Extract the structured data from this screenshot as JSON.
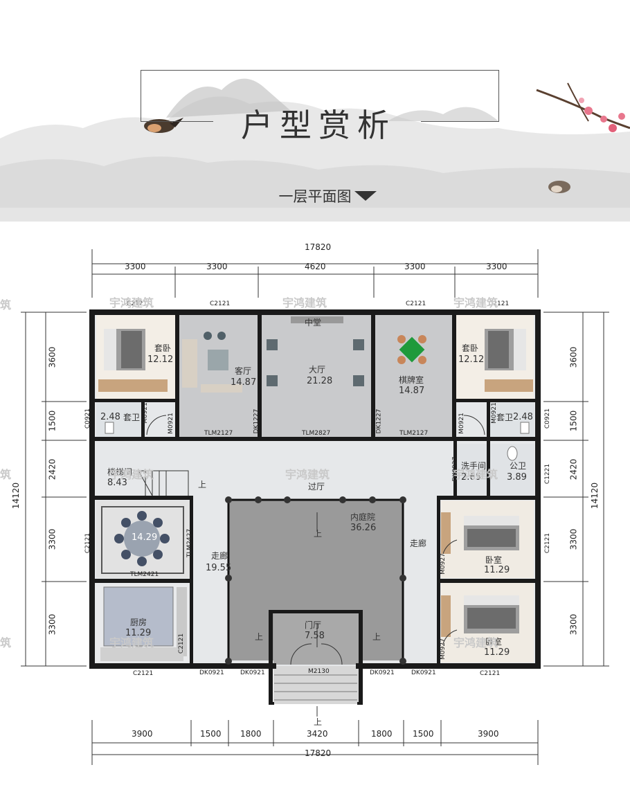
{
  "header": {
    "title": "户型赏析",
    "subtitle": "一层平面图"
  },
  "watermark": {
    "text": "宇鸿建筑",
    "fragment": "筑"
  },
  "dimensions": {
    "top_total": "17820",
    "top_segments": [
      "3300",
      "3300",
      "4620",
      "3300",
      "3300"
    ],
    "bottom_segments": [
      "3900",
      "1500",
      "1800",
      "3420",
      "1800",
      "1500",
      "3900"
    ],
    "bottom_total": "17820",
    "left_total": "14120",
    "right_total": "14120",
    "left_segments": [
      "3600",
      "1500",
      "2420",
      "3300",
      "3300"
    ],
    "right_segments": [
      "3600",
      "1500",
      "2420",
      "3300",
      "3300"
    ]
  },
  "rooms": {
    "suite_left": {
      "name": "套卧",
      "area": "12.12"
    },
    "suite_right": {
      "name": "套卧",
      "area": "12.12"
    },
    "living": {
      "name": "客厅",
      "area": "14.87"
    },
    "hall": {
      "name": "大厅",
      "area": "21.28",
      "center": "中堂"
    },
    "chess": {
      "name": "棋牌室",
      "area": "14.87"
    },
    "bath_left": {
      "name": "套卫",
      "area": "2.48"
    },
    "bath_right": {
      "name": "套卫",
      "area": "2.48"
    },
    "stair": {
      "name": "楼梯间",
      "area": "8.43"
    },
    "passage": {
      "name": "过厅"
    },
    "washroom": {
      "name": "洗手间",
      "area": "2.65"
    },
    "public_bath": {
      "name": "公卫",
      "area": "3.89"
    },
    "dining": {
      "area": "14.29"
    },
    "courtyard": {
      "name": "内庭院",
      "area": "36.26"
    },
    "corridor_left": {
      "name": "走廊",
      "area": "19.55"
    },
    "corridor_right": {
      "name": "走廊"
    },
    "bedroom1": {
      "name": "卧室",
      "area": "11.29"
    },
    "bedroom2": {
      "name": "卧室",
      "area": "11.29"
    },
    "kitchen": {
      "name": "厨房",
      "area": "11.29"
    },
    "foyer": {
      "name": "门厅",
      "area": "7.58"
    }
  },
  "marks": {
    "up": "上",
    "c2121": "C2121",
    "c0921": "C0921",
    "c1221": "C1221",
    "m0921": "M0921",
    "m0927": "M0927",
    "dk1227": "DK1227",
    "dk0927": "DK0927",
    "dk0921": "DK0921",
    "tlm2127": "TLM2127",
    "tlm2827": "TLM2827",
    "tlm2421": "TLM2421",
    "tlm2427": "TLM2427",
    "m2130": "M2130",
    "c2121v": "C2121"
  },
  "colors": {
    "wall": "#1a1a1a",
    "floor_gray": "#c9cacc",
    "floor_light": "#e6e8ea",
    "courtyard": "#9a9a9a",
    "wood": "#c8a47e"
  }
}
